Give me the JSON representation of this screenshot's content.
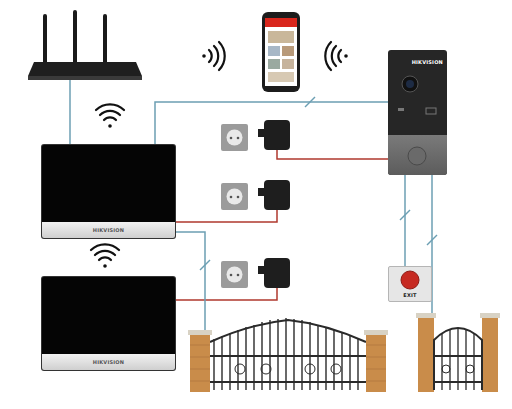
{
  "diagram": {
    "nodes": [
      {
        "text": [
          "HIKVISION"
        ]
      },
      {
        "text": [
          "HIKVISION"
        ]
      },
      {
        "text": [
          "EXIT"
        ]
      },
      {
        "text": [
          "HIKVISION"
        ]
      }
    ],
    "edges": [
      {
        "from": 1,
        "to": 0,
        "arrow": "none"
      },
      {
        "from": 0,
        "to": 2,
        "arrow": "none"
      }
    ]
  }
}
